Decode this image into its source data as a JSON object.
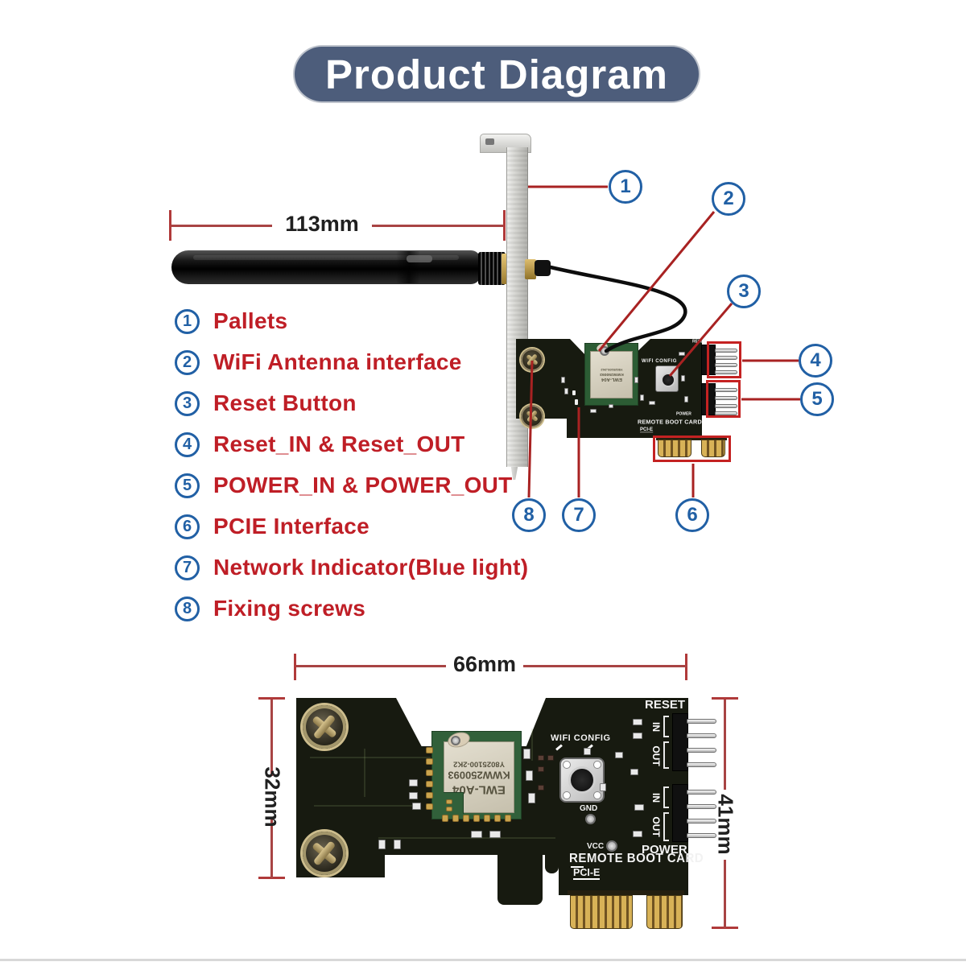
{
  "title": "Product Diagram",
  "legend": {
    "items": [
      {
        "num": "1",
        "label": "Pallets"
      },
      {
        "num": "2",
        "label": "WiFi Antenna interface"
      },
      {
        "num": "3",
        "label": "Reset Button"
      },
      {
        "num": "4",
        "label": "Reset_IN & Reset_OUT"
      },
      {
        "num": "5",
        "label": "POWER_IN & POWER_OUT"
      },
      {
        "num": "6",
        "label": "PCIE Interface"
      },
      {
        "num": "7",
        "label": "Network Indicator(Blue light)"
      },
      {
        "num": "8",
        "label": "Fixing screws"
      }
    ]
  },
  "callouts": {
    "c1": "1",
    "c2": "2",
    "c3": "3",
    "c4": "4",
    "c5": "5",
    "c6": "6",
    "c7": "7",
    "c8": "8"
  },
  "dimensions": {
    "antenna_length": "113mm",
    "board_width": "66mm",
    "board_height_left": "32mm",
    "board_height_right": "41mm"
  },
  "board_labels": {
    "reset": "RESET",
    "in": "IN",
    "out": "OUT",
    "power": "POWER",
    "wifi_config": "WIFI CONFIG",
    "gnd": "GND",
    "vcc": "VCC",
    "remote_boot_card": "REMOTE BOOT CARD",
    "pcie": "PCI-E"
  },
  "module": {
    "line1": "EWL-A04",
    "line2": "KWW250093",
    "line3": "Y8025100-2K2"
  },
  "colors": {
    "accent_red": "#bf1e26",
    "callout_blue": "#2160a5",
    "banner": "#4d5d7b",
    "leader_red": "#a82222",
    "dimension_red": "#b03a3a",
    "pcb_dark": "#171a10",
    "gold": "#cda54e"
  }
}
